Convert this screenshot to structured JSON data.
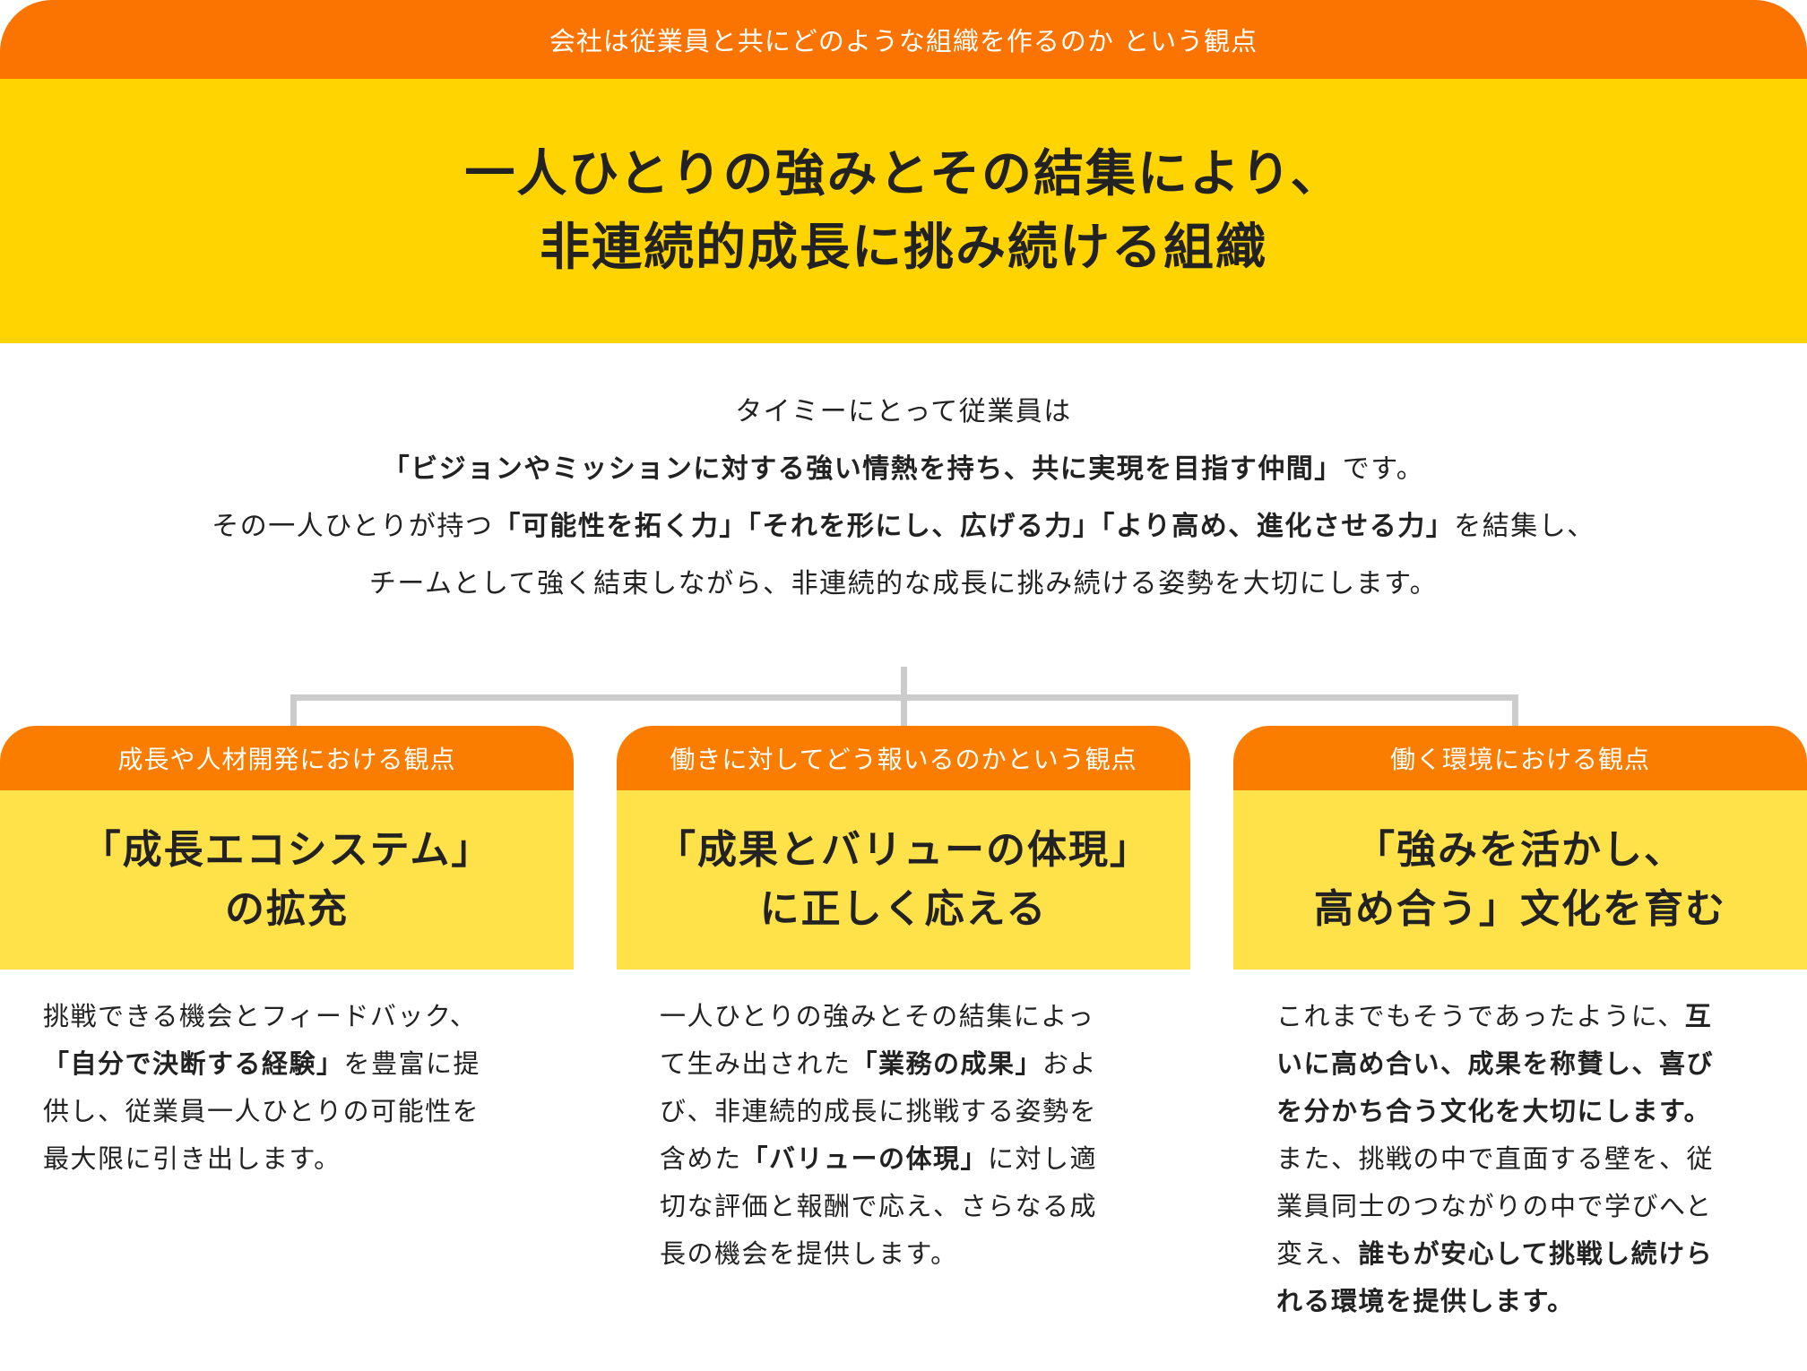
{
  "header": {
    "label": "会社は従業員と共にどのような組織を作るのか という観点",
    "title_line1": "一人ひとりの強みとその結集により、",
    "title_line2": "非連続的成長に挑み続ける組織"
  },
  "intro": {
    "line1": "タイミーにとって従業員は",
    "line2_bold": "「ビジョンやミッションに対する強い情熱を持ち、共に実現を目指す仲間」",
    "line2_rest": "です。",
    "line3_a": "その一人ひとりが持つ",
    "line3_b": "「可能性を拓く力」「それを形にし、広げる力」「より高め、進化させる力」",
    "line3_c": "を結集し、",
    "line4": "チームとして強く結束しながら、非連続的な成長に挑み続ける姿勢を大切にします。"
  },
  "cards": [
    {
      "header": "成長や人材開発における観点",
      "title_line1": "「成長エコシステム」",
      "title_line2": "の拡充",
      "body_lines": [
        [
          {
            "t": "挑戦できる機会とフィードバック、",
            "b": false
          }
        ],
        [
          {
            "t": "「自分で決断する経験」",
            "b": true
          },
          {
            "t": "を豊富に提",
            "b": false
          }
        ],
        [
          {
            "t": "供し、従業員一人ひとりの可能性を",
            "b": false
          }
        ],
        [
          {
            "t": "最大限に引き出します。",
            "b": false
          }
        ]
      ]
    },
    {
      "header": "働きに対してどう報いるのかという観点",
      "title_line1": "「成果とバリューの体現」",
      "title_line2": "に正しく応える",
      "body_lines": [
        [
          {
            "t": "一人ひとりの強みとその結集によっ",
            "b": false
          }
        ],
        [
          {
            "t": "て生み出された",
            "b": false
          },
          {
            "t": "「業務の成果」",
            "b": true
          },
          {
            "t": "およ",
            "b": false
          }
        ],
        [
          {
            "t": "び、非連続的成長に挑戦する姿勢を",
            "b": false
          }
        ],
        [
          {
            "t": "含めた",
            "b": false
          },
          {
            "t": "「バリューの体現」",
            "b": true
          },
          {
            "t": "に対し適",
            "b": false
          }
        ],
        [
          {
            "t": "切な評価と報酬で応え、さらなる成",
            "b": false
          }
        ],
        [
          {
            "t": "長の機会を提供します。",
            "b": false
          }
        ]
      ]
    },
    {
      "header": "働く環境における観点",
      "title_line1": "「強みを活かし、",
      "title_line2": "高め合う」文化を育む",
      "body_lines": [
        [
          {
            "t": "これまでもそうであったように、",
            "b": false
          },
          {
            "t": "互",
            "b": true
          }
        ],
        [
          {
            "t": "いに高め合い、成果を称賛し、喜び",
            "b": true
          }
        ],
        [
          {
            "t": "を分かち合う文化を大切にします。",
            "b": true
          }
        ],
        [
          {
            "t": "また、挑戦の中で直面する壁を、従",
            "b": false
          }
        ],
        [
          {
            "t": "業員同士のつながりの中で学びへと",
            "b": false
          }
        ],
        [
          {
            "t": "変え、",
            "b": false
          },
          {
            "t": "誰もが安心して挑戦し続けら",
            "b": true
          }
        ],
        [
          {
            "t": "れる環境を提供します。",
            "b": true
          }
        ]
      ]
    }
  ],
  "colors": {
    "orange_header": "#fb7300",
    "yellow_band": "#ffd400",
    "orange_card": "#fb7d00",
    "yellow_card": "#ffe14a",
    "connector": "#cccccc"
  }
}
